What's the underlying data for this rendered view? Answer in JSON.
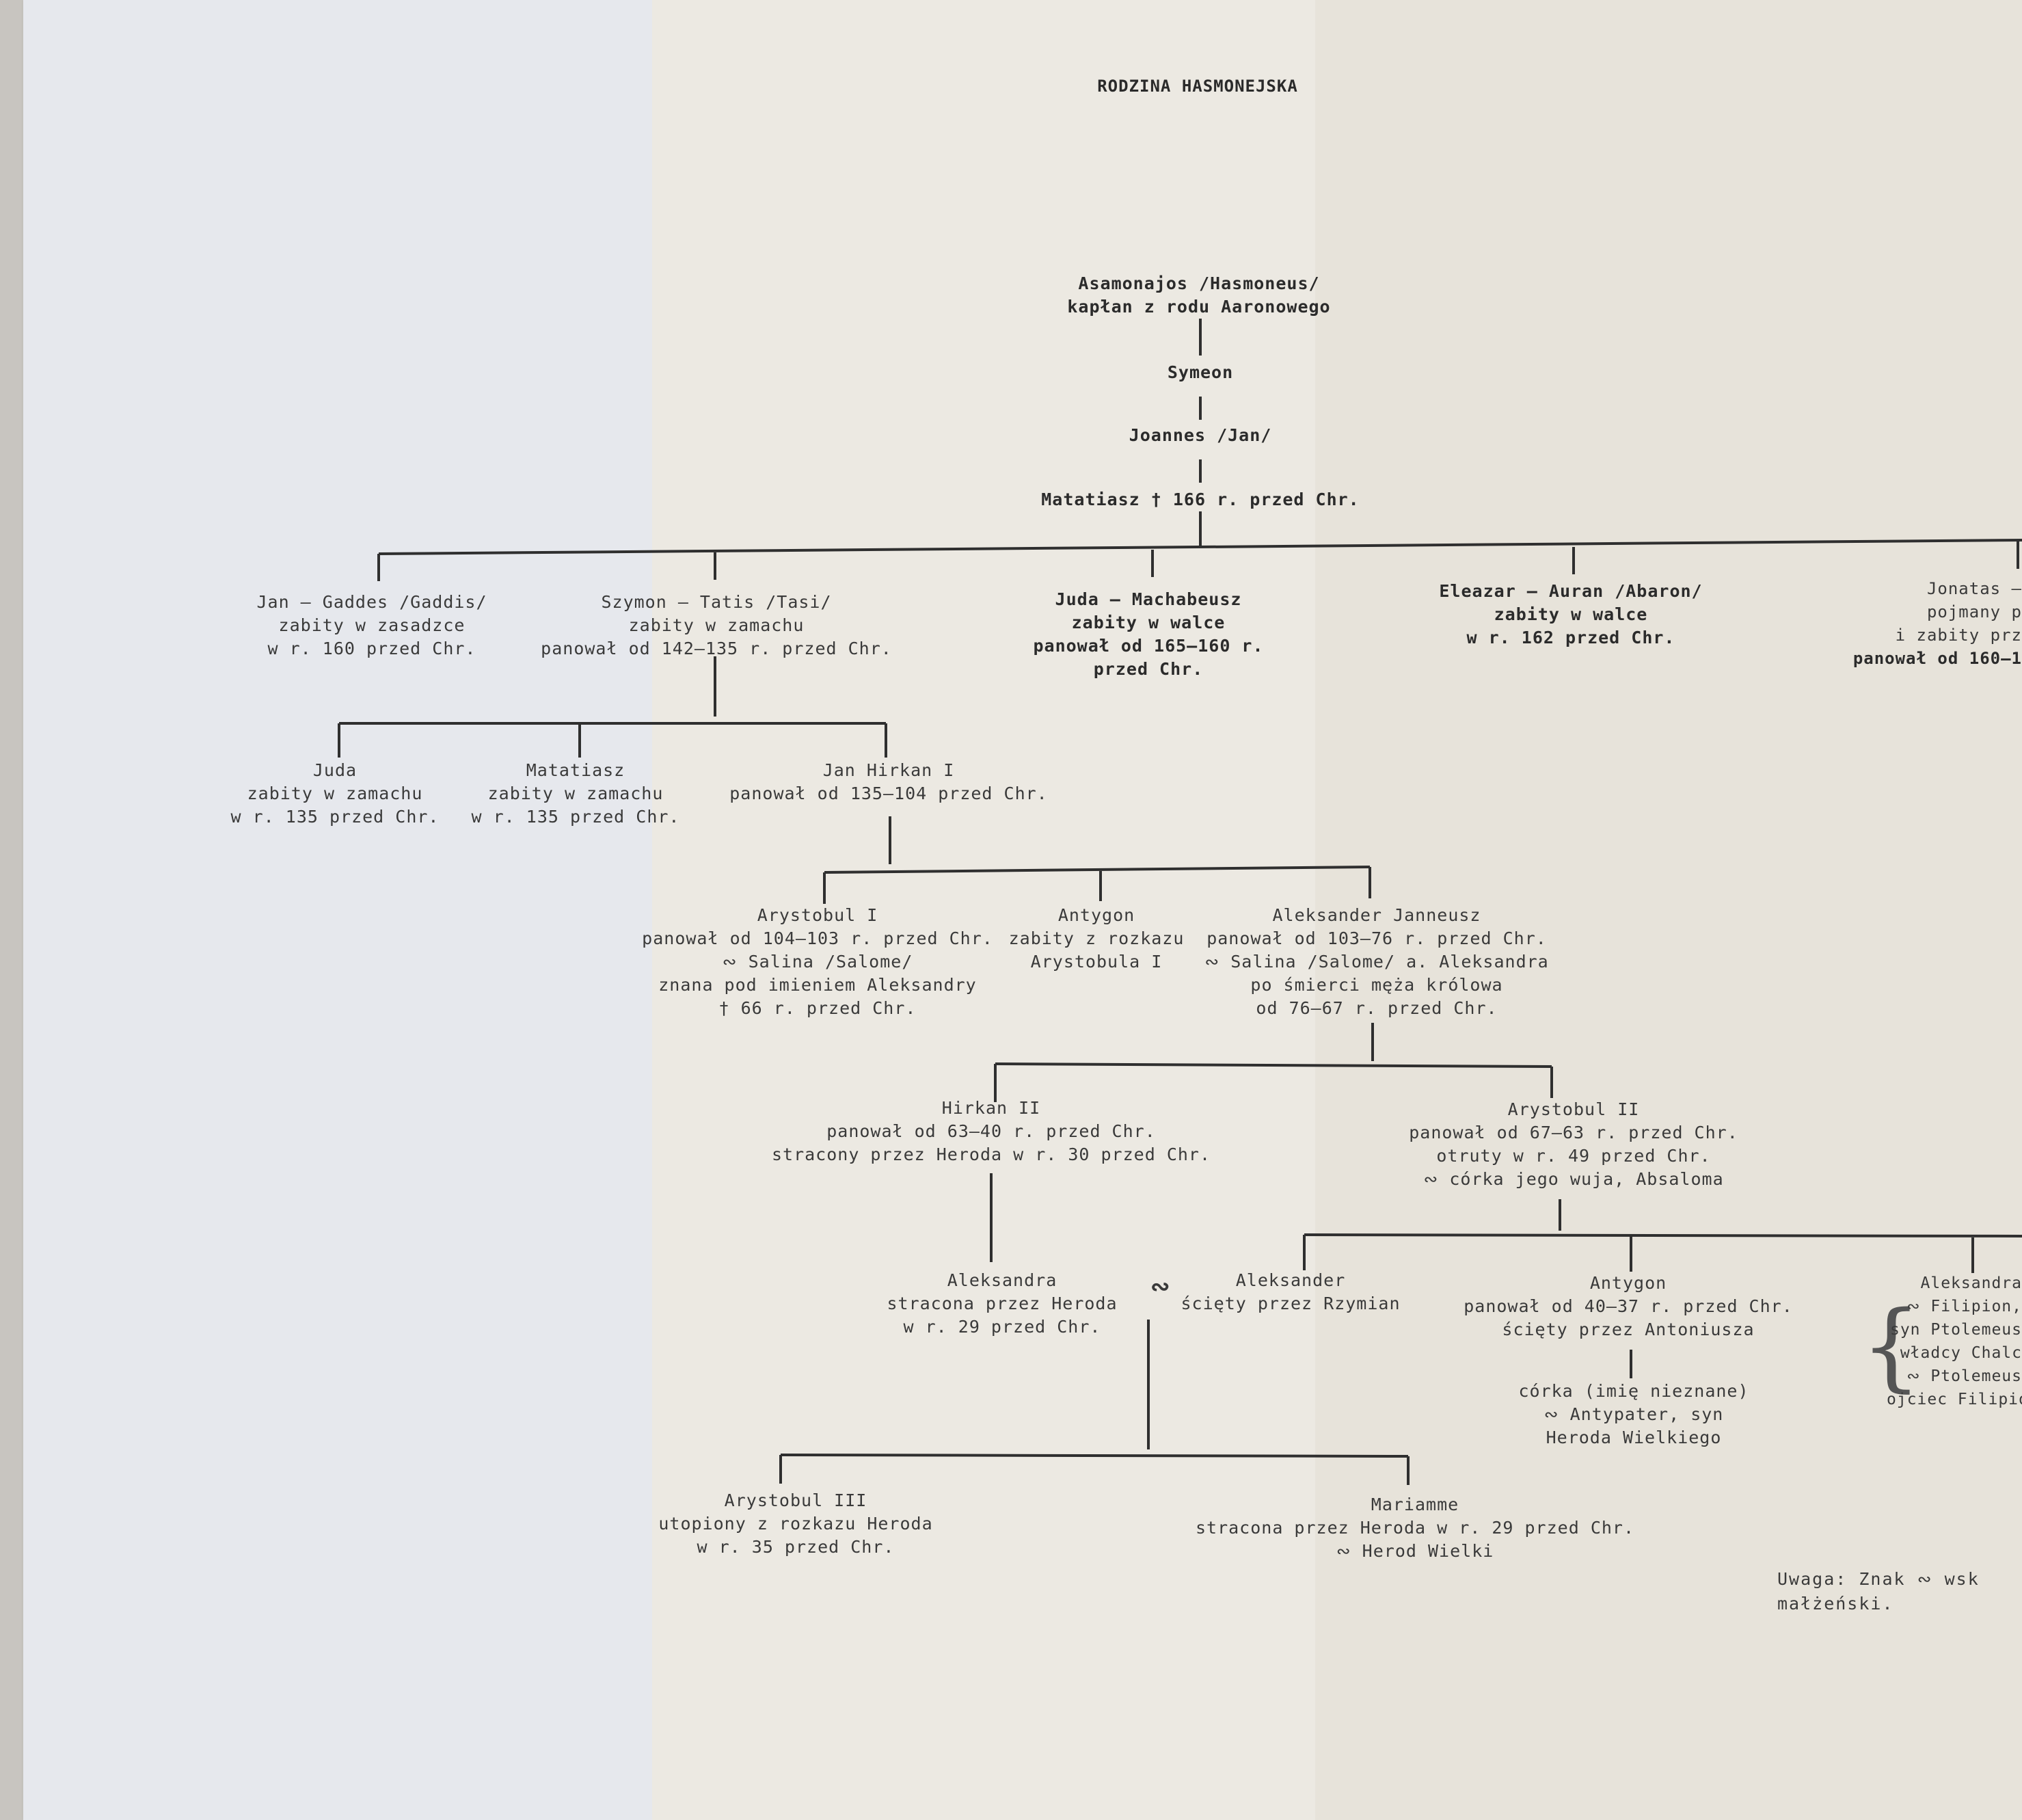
{
  "title": "RODZINA HASMONEJSKA",
  "ancestors": {
    "asmonajos": [
      "Asamonajos /Hasmoneus/",
      "kapłan z rodu Aaronowego"
    ],
    "symeon": [
      "Symeon"
    ],
    "joannes": [
      "Joannes /Jan/"
    ],
    "matatiasz": [
      "Matatiasz † 166 r. przed Chr."
    ]
  },
  "sons": {
    "jan_gaddes": [
      "Jan — Gaddes /Gaddis/",
      "zabity w zasadzce",
      "w r. 160 przed Chr."
    ],
    "szymon": [
      "Szymon — Tatis /Tasi/",
      "zabity w zamachu",
      "panował od 142—135 r. przed Chr."
    ],
    "juda_machabeusz": [
      "Juda — Machabeusz",
      "zabity w walce",
      "panował od 165—160 r.",
      "przed Chr."
    ],
    "eleazar": [
      "Eleazar — Auran /Abaron/",
      "zabity w walce",
      "w r. 162 przed Chr."
    ],
    "jonatas": [
      "Jonatas —",
      "pojmany p",
      "i zabity prz",
      "panował od 160—1"
    ]
  },
  "szymon_children": {
    "juda": [
      "Juda",
      "zabity w zamachu",
      "w r. 135 przed Chr."
    ],
    "matatiasz": [
      "Matatiasz",
      "zabity w zamachu",
      "w r. 135 przed Chr."
    ],
    "jan_hirkan": [
      "Jan Hirkan I",
      "panował od 135—104 przed Chr."
    ]
  },
  "hirkan_children": {
    "arystobul_i": [
      "Arystobul I",
      "panował od 104—103 r. przed Chr.",
      "∾ Salina /Salome/",
      "znana pod imieniem Aleksandry",
      "† 66 r. przed Chr."
    ],
    "antygon": [
      "Antygon",
      "zabity z rozkazu",
      "Arystobula I"
    ],
    "aleksander_janneusz": [
      "Aleksander Janneusz",
      "panował od 103—76 r. przed Chr.",
      "∾ Salina /Salome/ a. Aleksandra",
      "po śmierci męża królowa",
      "od 76—67 r. przed Chr."
    ]
  },
  "janneusz_children": {
    "hirkan_ii": [
      "Hirkan II",
      "panował od 63—40 r. przed Chr.",
      "stracony przez Heroda w r. 30 przed Chr."
    ],
    "arystobul_ii": [
      "Arystobul II",
      "panował od 67—63 r. przed Chr.",
      "otruty w r. 49 przed Chr.",
      "∾ córka jego wuja, Absaloma"
    ]
  },
  "gen5": {
    "aleksandra_h": [
      "Aleksandra",
      "stracona przez Heroda",
      "w r. 29 przed Chr."
    ],
    "marriage_sign": "∾",
    "aleksander": [
      "Aleksander",
      "ścięty przez Rzymian"
    ],
    "antygon": [
      "Antygon",
      "panował od 40—37 r. przed Chr.",
      "ścięty przez Antoniusza"
    ],
    "aleksandra_a": [
      "Aleksandra",
      "∾ Filipion,",
      "syn Ptolemeus",
      "władcy Chalc",
      "∾ Ptolemeus",
      "ojciec Filipio"
    ]
  },
  "antygon_child": [
    "córka (imię nieznane)",
    "∾ Antypater, syn",
    "Heroda Wielkiego"
  ],
  "gen6": {
    "arystobul_iii": [
      "Arystobul III",
      "utopiony z rozkazu Heroda",
      "w r. 35 przed Chr."
    ],
    "mariamme": [
      "Mariamme",
      "stracona przez Heroda w r. 29 przed Chr.",
      "∾ Herod Wielki"
    ]
  },
  "note": [
    "Uwaga: Znak ∾ wsk",
    "małżeński."
  ]
}
